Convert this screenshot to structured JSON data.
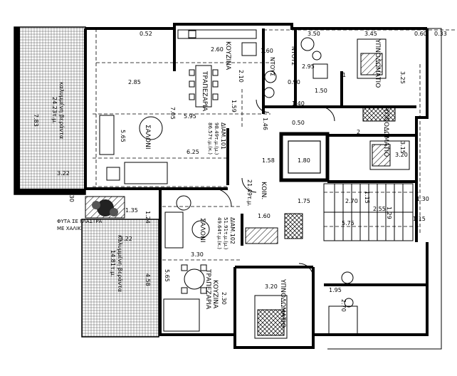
{
  "rooms": {
    "veranda_top": {
      "name": "καλυμμένη βεράντα",
      "area": "24.23τ.μ."
    },
    "veranda_bottom": {
      "name": "καλυμμένη βεράντα",
      "area": "14.81τ.μ."
    },
    "kitchen_a": "ΚΟΥΖΙΝΑ",
    "dining_a": "ΤΡΑΠΕΖΑΡΙΑ",
    "living_a": "ΣΑΛΟΝΙ",
    "shower_a": "ΝΤΟΥΣ",
    "shower_b": "ΝΤΟΥΣ",
    "bedroom_1": "ΥΠΝΟΔΩΜΑΤΙΟ",
    "bedroom_2": "ΥΠΝΟΔΩΜΑΤΙΟ",
    "bedroom_3": "ΥΠΝΟΔΩΜΑΤΙΟ",
    "common": "ΚΟΙΝ.",
    "living_b": "ΣΑΛΟΝΙ",
    "kitchen_b": "ΚΟΥΖΙΝΑ",
    "dining_b": "ΤΡΑΠΕΖΑΡΙΑ",
    "plants_note": "ΦΥΤΑ ΣΕ ΓΛΑΣΤΡΑ ΜΕ ΧΑΛΙΚΙ"
  },
  "apartments": {
    "a101": {
      "name": "ΔΙΑΜ.101",
      "gross": "98.49τ.μ.(μ.)",
      "net": "86.57τ.μ.(κ.)"
    },
    "a102": {
      "name": "ΔΙΑΜ.102",
      "gross": "51.91τ.μ.(μ.)",
      "net": "49.64τ.μ.(κ.)"
    }
  },
  "common_area": "21.49τ.μ.",
  "bedroom_numbers": [
    "1",
    "2"
  ],
  "dimensions": [
    "7.83",
    "3.22",
    "2.85",
    "5.95",
    "6.25",
    "5.65",
    "0.52",
    "2.60",
    "2.10",
    "7.05",
    "1.59",
    "1.46",
    "1.60",
    "2.95",
    "3.45",
    "0.60",
    "0.33",
    "0.90",
    "3.25",
    "3.20",
    "3.15",
    "1.80",
    "1.75",
    "2.70",
    "1.30",
    "1.15",
    "2.55",
    "1.29",
    "5.75",
    "1.15",
    "1.60",
    "1.58",
    "0.30",
    "1.35",
    "1.24",
    "3.22",
    "4.58",
    "3.30",
    "5.65",
    "2.30",
    "3.20",
    "1.95",
    "2.70",
    "3.50",
    "1.50",
    "1.40",
    "0.50"
  ]
}
